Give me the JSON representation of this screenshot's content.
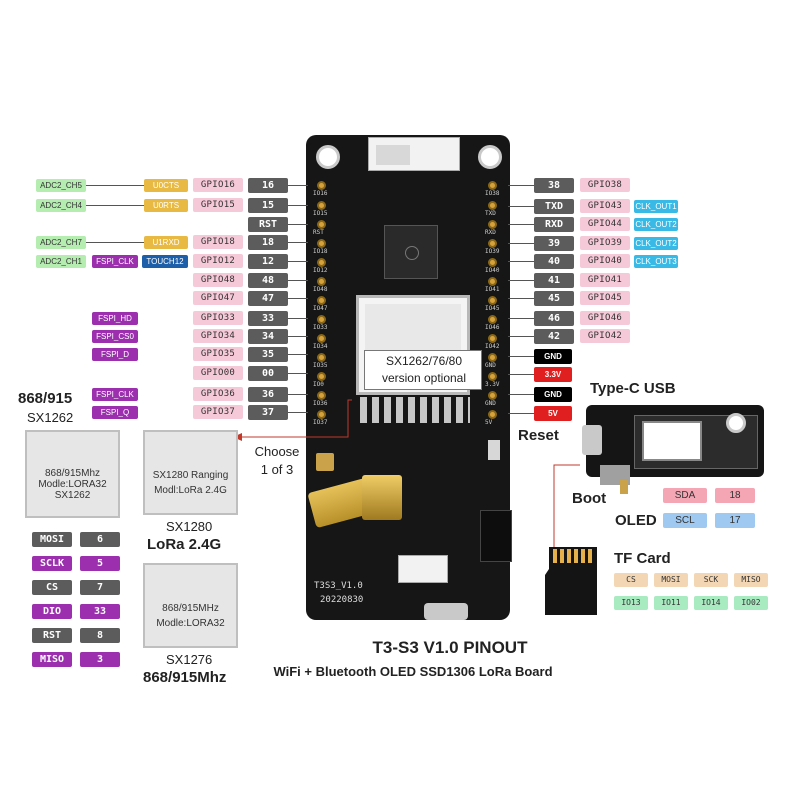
{
  "left_pins": [
    {
      "gpio": "GPIO16",
      "num": "16",
      "funcs": [
        {
          "text": "ADC2_CH5",
          "color": "grn"
        },
        {
          "text": "U0CTS",
          "color": "yel"
        }
      ]
    },
    {
      "gpio": "GPIO15",
      "num": "15",
      "funcs": [
        {
          "text": "ADC2_CH4",
          "color": "grn"
        },
        {
          "text": "U0RTS",
          "color": "yel"
        }
      ]
    },
    {
      "gpio": "",
      "num": "RST",
      "funcs": []
    },
    {
      "gpio": "GPIO18",
      "num": "18",
      "funcs": [
        {
          "text": "ADC2_CH7",
          "color": "grn"
        },
        {
          "text": "U1RXD",
          "color": "yel"
        }
      ]
    },
    {
      "gpio": "GPIO12",
      "num": "12",
      "funcs": [
        {
          "text": "ADC2_CH1",
          "color": "grn"
        },
        {
          "text": "FSPI_CLK",
          "color": "pur"
        },
        {
          "text": "TOUCH12",
          "color": "blu"
        }
      ]
    },
    {
      "gpio": "GPIO48",
      "num": "48",
      "funcs": []
    },
    {
      "gpio": "GPIO47",
      "num": "47",
      "funcs": []
    },
    {
      "gpio": "GPIO33",
      "num": "33",
      "funcs": [
        {
          "text": "FSPI_HD",
          "color": "pur"
        }
      ]
    },
    {
      "gpio": "GPIO34",
      "num": "34",
      "funcs": [
        {
          "text": "FSPI_CS0",
          "color": "pur"
        }
      ]
    },
    {
      "gpio": "GPIO35",
      "num": "35",
      "funcs": [
        {
          "text": "FSPI_D",
          "color": "pur"
        }
      ]
    },
    {
      "gpio": "GPIO00",
      "num": "00",
      "funcs": []
    },
    {
      "gpio": "GPIO36",
      "num": "36",
      "funcs": [
        {
          "text": "FSPI_CLK",
          "color": "pur"
        }
      ]
    },
    {
      "gpio": "GPIO37",
      "num": "37",
      "funcs": [
        {
          "text": "FSPI_Q",
          "color": "pur"
        }
      ]
    }
  ],
  "right_pins": [
    {
      "num": "38",
      "gpio": "GPIO38",
      "func": ""
    },
    {
      "num": "TXD",
      "gpio": "GPIO43",
      "func": "CLK_OUT1"
    },
    {
      "num": "RXD",
      "gpio": "GPIO44",
      "func": "CLK_OUT2"
    },
    {
      "num": "39",
      "gpio": "GPIO39",
      "func": "CLK_OUT2"
    },
    {
      "num": "40",
      "gpio": "GPIO40",
      "func": "CLK_OUT3"
    },
    {
      "num": "41",
      "gpio": "GPIO41",
      "func": ""
    },
    {
      "num": "45",
      "gpio": "GPIO45",
      "func": ""
    },
    {
      "num": "46",
      "gpio": "GPIO46",
      "func": ""
    },
    {
      "num": "42",
      "gpio": "GPIO42",
      "func": ""
    }
  ],
  "power_pins": [
    {
      "label": "GND",
      "color": "#000000"
    },
    {
      "label": "3.3V",
      "color": "#e02020"
    },
    {
      "label": "GND",
      "color": "#000000"
    },
    {
      "label": "5V",
      "color": "#e02020"
    }
  ],
  "board_silk_left": [
    "IO16",
    "IO15",
    "RST",
    "IO18",
    "IO12",
    "IO48",
    "IO47",
    "IO33",
    "IO34",
    "IO35",
    "IO0",
    "IO36",
    "IO37"
  ],
  "board_silk_right": [
    "IO38",
    "TXD",
    "RXD",
    "IO39",
    "IO40",
    "IO41",
    "IO45",
    "IO46",
    "IO42",
    "GND",
    "3.3V",
    "GND",
    "5V"
  ],
  "board": {
    "chip_label_1": "SX1262/76/80",
    "chip_label_2": "version optional",
    "name": "T3S3_V1.0",
    "date": "20220830"
  },
  "callouts": {
    "choose_1": "Choose",
    "choose_2": "1 of 3",
    "reset": "Reset",
    "boot": "Boot",
    "type_c": "Type-C USB",
    "oled": "OLED",
    "tf_card": "TF Card"
  },
  "lora_modules": {
    "sx1262_title_1": "868/915",
    "sx1262_title_2": "SX1262",
    "sx1262_line1": "868/915Mhz",
    "sx1262_line2": "Modle:LORA32",
    "sx1262_line3": "SX1262",
    "sx1280_line1": "SX1280 Ranging",
    "sx1280_line2": "Modl:LoRa 2.4G",
    "sx1280_title_1": "SX1280",
    "sx1280_title_2": "LoRa 2.4G",
    "sx1276_line1": "868/915MHz",
    "sx1276_line2": "Modle:LORA32",
    "sx1276_title_1": "SX1276",
    "sx1276_title_2": "868/915Mhz"
  },
  "lora_pins": [
    {
      "name": "MOSI",
      "num": "6",
      "color": "#5c5c5c"
    },
    {
      "name": "SCLK",
      "num": "5",
      "color": "#9b2fae"
    },
    {
      "name": "CS",
      "num": "7",
      "color": "#5c5c5c"
    },
    {
      "name": "DIO",
      "num": "33",
      "color": "#9b2fae"
    },
    {
      "name": "RST",
      "num": "8",
      "color": "#5c5c5c"
    },
    {
      "name": "MISO",
      "num": "3",
      "color": "#9b2fae"
    }
  ],
  "oled_pins": [
    {
      "name": "SDA",
      "num": "18"
    },
    {
      "name": "SCL",
      "num": "17"
    }
  ],
  "tf_pins": [
    {
      "name": "CS",
      "io": "IO13"
    },
    {
      "name": "MOSI",
      "io": "IO11"
    },
    {
      "name": "SCK",
      "io": "IO14"
    },
    {
      "name": "MISO",
      "io": "IO02"
    }
  ],
  "footer": {
    "title": "T3-S3 V1.0 PINOUT",
    "subtitle": "WiFi + Bluetooth OLED SSD1306 LoRa Board"
  }
}
